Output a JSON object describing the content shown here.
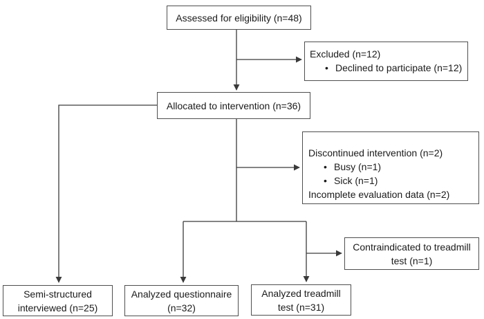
{
  "figure": {
    "bullet_glyph": "•",
    "boxes": {
      "assessed": {
        "label": "Assessed for eligibility (n=48)"
      },
      "excluded": {
        "title": "Excluded (n=12)",
        "bullets": [
          "Declined to participate (n=12)"
        ]
      },
      "allocated": {
        "label": "Allocated to intervention (n=36)"
      },
      "discontinued": {
        "title": "Discontinued intervention (n=2)",
        "bullets": [
          "Busy (n=1)",
          "Sick (n=1)"
        ],
        "footer": "Incomplete evaluation data (n=2)"
      },
      "contraindicated": {
        "lines": [
          "Contraindicated to treadmill",
          "test (n=1)"
        ]
      },
      "interviewed": {
        "lines": [
          "Semi-structured",
          "interviewed (n=25)"
        ]
      },
      "questionnaire": {
        "lines": [
          "Analyzed questionnaire",
          "(n=32)"
        ]
      },
      "treadmill": {
        "lines": [
          "Analyzed treadmill",
          "test (n=31)"
        ]
      }
    },
    "colors": {
      "border": "#4e4e4e",
      "line": "#3a3a3a",
      "text": "#1a1a1a",
      "background": "#ffffff"
    }
  }
}
